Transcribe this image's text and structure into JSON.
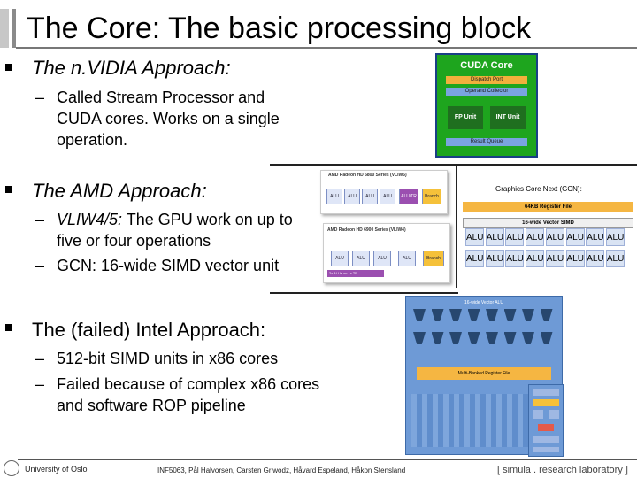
{
  "title": "The Core: The basic processing block",
  "nvidia": {
    "heading": "The n.VIDIA Approach:",
    "point": "Called Stream Processor and CUDA cores. Works on a single operation."
  },
  "amd": {
    "heading": "The AMD Approach:",
    "point1_prefix": "VLIW4/5:",
    "point1_rest": " The GPU work on up to five or four operations",
    "point2": "GCN: 16-wide SIMD vector unit"
  },
  "intel": {
    "heading": "The (failed) Intel Approach:",
    "point1": "512-bit SIMD units in x86 cores",
    "point2": "Failed because of complex x86 cores and software ROP pipeline"
  },
  "cuda_core": {
    "title": "CUDA Core",
    "dispatch": "Dispatch Port",
    "collector": "Operand Collector",
    "fp": "FP Unit",
    "int": "INT Unit",
    "result": "Result Queue"
  },
  "amd_panel": {
    "vliw5_label": "AMD Radeon HD 5800 Series (VLIW5)",
    "vliw5_units": [
      "ALU",
      "ALU",
      "ALU",
      "ALU",
      "ALU/TR",
      "Branch"
    ],
    "vliw4_label": "AMD Radeon HD 6900 Series (VLIW4)",
    "vliw4_units": [
      "ALU",
      "ALU",
      "ALU",
      "ALU",
      "Branch"
    ],
    "vliw4_note": "2x ALUs on 1x TR"
  },
  "gcn": {
    "caption": "Graphics Core Next (GCN):",
    "register": "64KB Register File",
    "simd": "16-wide Vector SIMD",
    "alu_label": "ALU",
    "alu_count": 16
  },
  "intel_panel": {
    "top_label": "16-wide Vector ALU",
    "register": "Multi-Banked Register File"
  },
  "footer": {
    "university": "University of Oslo",
    "course": "INF5063, Pål Halvorsen, Carsten Griwodz, Håvard Espeland, Håkon Stensland",
    "lab": "[ simula . research laboratory ]"
  },
  "colors": {
    "cuda_green": "#1ea51e",
    "amd_orange": "#f5b642",
    "intel_blue": "#6e9ad6"
  }
}
